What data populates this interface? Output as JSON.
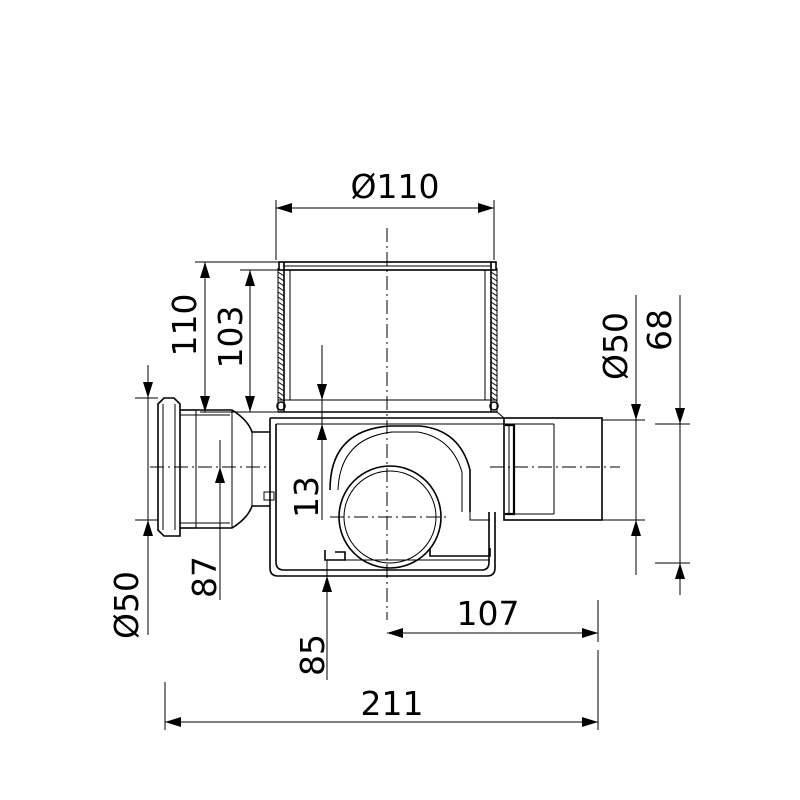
{
  "drawing": {
    "dimensions": {
      "top_diameter": "Ø110",
      "height_total": "110",
      "height_body": "103",
      "offset_small": "13",
      "outlet_diameter": "Ø50",
      "outlet_height": "68",
      "inlet_diameter": "Ø50",
      "inlet_height": "87",
      "bottom_height": "85",
      "center_offset": "107",
      "overall_width": "211"
    }
  }
}
